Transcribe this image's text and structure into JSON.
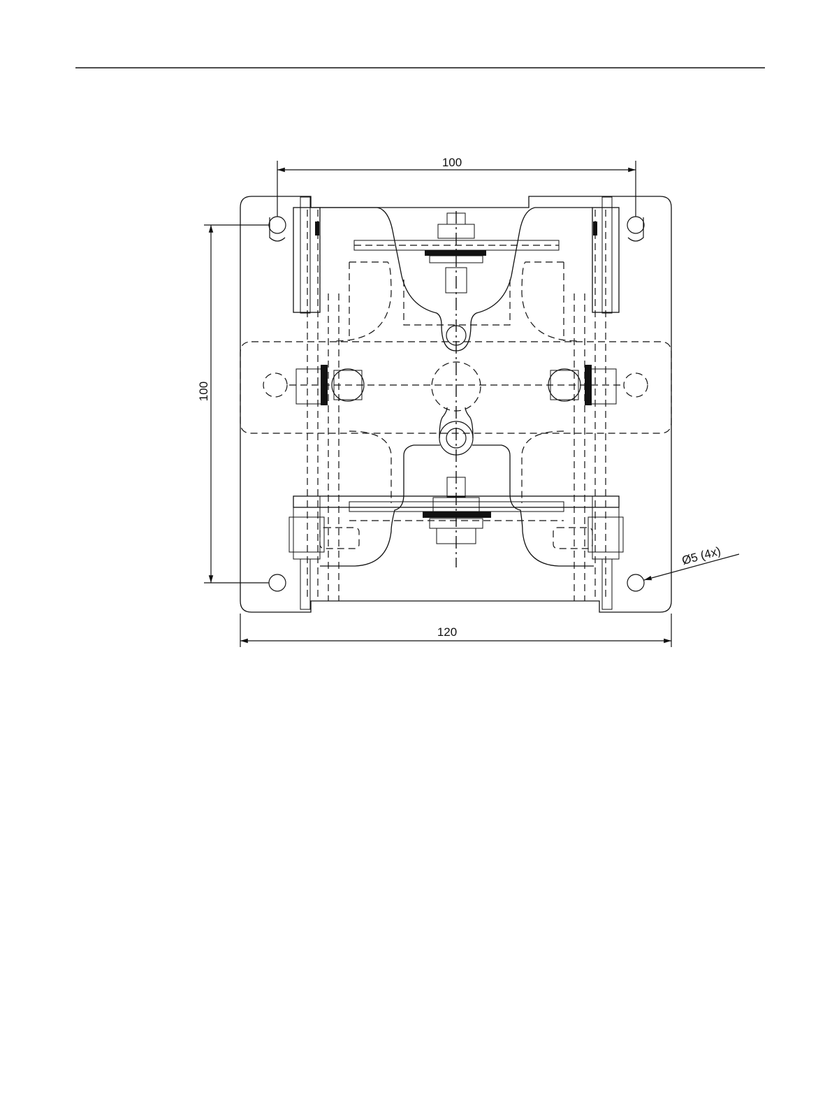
{
  "drawing": {
    "dim_top_width": "100",
    "dim_left_height": "100",
    "dim_bottom_width": "120",
    "hole_callout": "Ø5 (4x)"
  }
}
